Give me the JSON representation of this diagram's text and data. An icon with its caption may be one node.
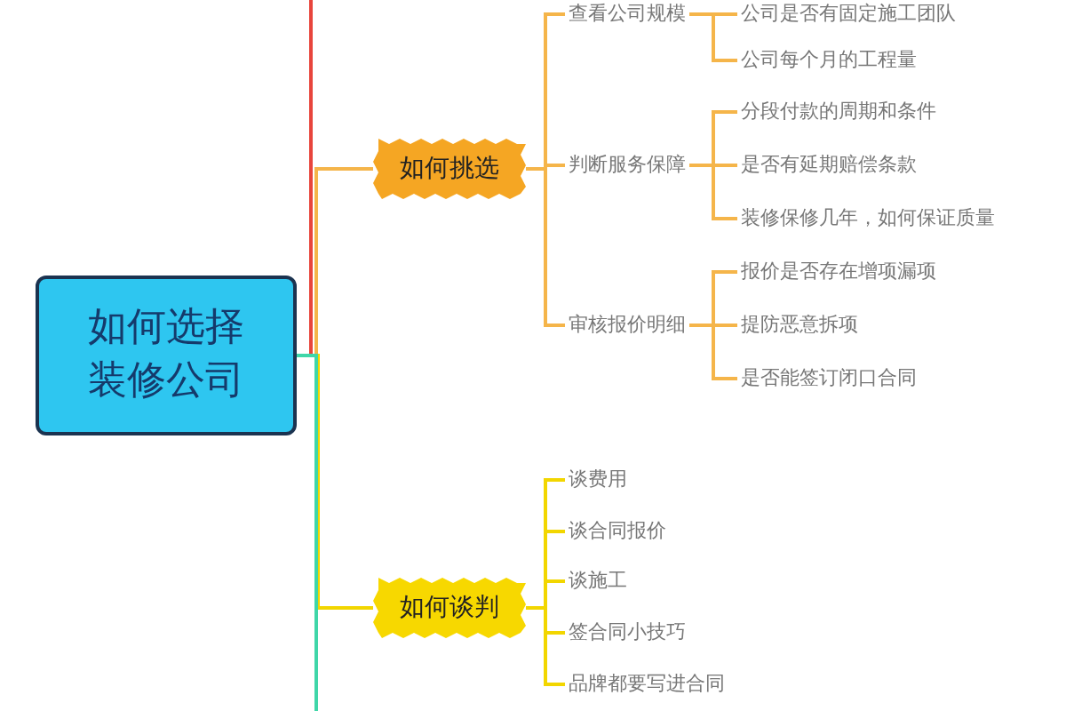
{
  "diagram": {
    "nodes": [
      {
        "text": [
          "如何选择装修公司"
        ]
      },
      {
        "text": [
          "如何挑选"
        ]
      },
      {
        "text": [
          "查看公司规模"
        ]
      },
      {
        "text": [
          "公司是否有固定施工团队"
        ]
      },
      {
        "text": [
          "公司每个月的工程量"
        ]
      },
      {
        "text": [
          "判断服务保障"
        ]
      },
      {
        "text": [
          "分段付款的周期和条件"
        ]
      },
      {
        "text": [
          "是否有延期赔偿条款"
        ]
      },
      {
        "text": [
          "装修保修几年，如何保证质量"
        ]
      },
      {
        "text": [
          "审核报价明细"
        ]
      },
      {
        "text": [
          "报价是否存在增项漏项"
        ]
      },
      {
        "text": [
          "提防恶意拆项"
        ]
      },
      {
        "text": [
          "是否能签订闭口合同"
        ]
      },
      {
        "text": [
          "如何谈判"
        ]
      },
      {
        "text": [
          "谈费用"
        ]
      },
      {
        "text": [
          "谈合同报价"
        ]
      },
      {
        "text": [
          "谈施工"
        ]
      },
      {
        "text": [
          "签合同小技巧"
        ]
      },
      {
        "text": [
          "品牌都要写进合同"
        ]
      }
    ],
    "edges": [
      {
        "from": 0,
        "to": null,
        "arrow": "none",
        "color": "#e8453c"
      },
      {
        "from": 0,
        "to": 1,
        "arrow": "none"
      },
      {
        "from": 0,
        "to": 13,
        "arrow": "none",
        "color": "#f2d600"
      },
      {
        "from": 0,
        "to": null,
        "arrow": "none",
        "color": "#3fd6a8"
      },
      {
        "from": 1,
        "to": 2,
        "arrow": "none"
      },
      {
        "from": 1,
        "to": 5,
        "arrow": "none"
      },
      {
        "from": 1,
        "to": 9,
        "arrow": "none"
      },
      {
        "from": 2,
        "to": 3,
        "arrow": "none"
      },
      {
        "from": 2,
        "to": 4,
        "arrow": "none"
      },
      {
        "from": 5,
        "to": 6,
        "arrow": "none"
      },
      {
        "from": 5,
        "to": 7,
        "arrow": "none"
      },
      {
        "from": 5,
        "to": 8,
        "arrow": "none"
      },
      {
        "from": 9,
        "to": 10,
        "arrow": "none"
      },
      {
        "from": 9,
        "to": 11,
        "arrow": "none"
      },
      {
        "from": 9,
        "to": 12,
        "arrow": "none"
      },
      {
        "from": 13,
        "to": 14,
        "arrow": "none",
        "color": "#f2d600"
      },
      {
        "from": 13,
        "to": 15,
        "arrow": "none",
        "color": "#f2d600"
      },
      {
        "from": 13,
        "to": 16,
        "arrow": "none",
        "color": "#f2d600"
      },
      {
        "from": 13,
        "to": 17,
        "arrow": "none",
        "color": "#f2d600"
      },
      {
        "from": 13,
        "to": 18,
        "arrow": "none",
        "color": "#f2d600"
      }
    ]
  }
}
